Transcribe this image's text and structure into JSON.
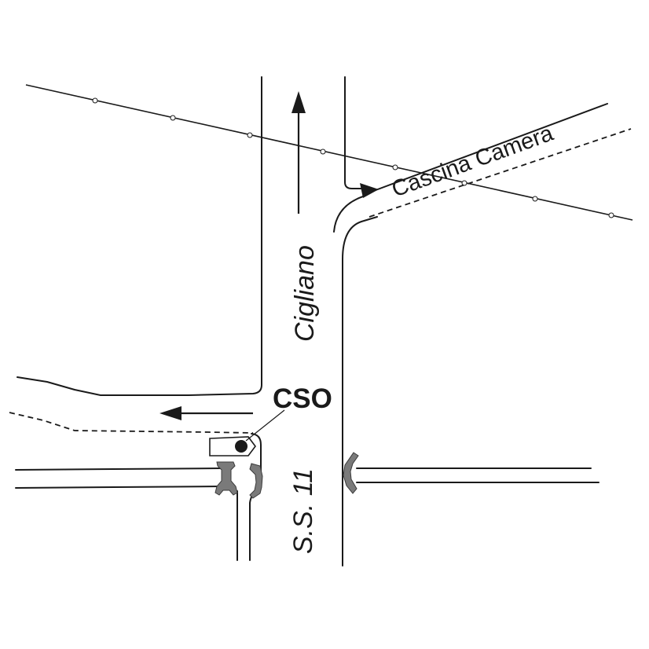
{
  "labels": {
    "cigliano": "Cigliano",
    "cascina_camera": "Cascina Camera",
    "cso": "CSO",
    "ss11": "S.S. 11"
  },
  "colors": {
    "ink": "#1a1a1a",
    "structure_gray": "#7a7a7a",
    "background": "#ffffff"
  },
  "icons": {
    "camera": "speed-camera-icon",
    "direction_north": "arrow-up-icon",
    "direction_west": "arrow-left-icon",
    "direction_northeast": "arrow-right-icon"
  }
}
